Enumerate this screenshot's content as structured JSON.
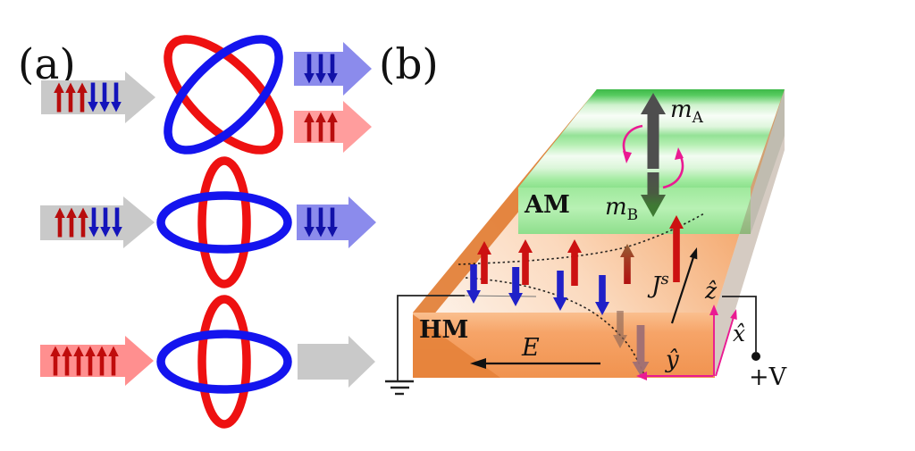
{
  "figure": {
    "panel_a": {
      "label": "(a)"
    },
    "panel_b": {
      "label": "(b)",
      "am_label": "AM",
      "hm_label": "HM",
      "moment_symbol": "m",
      "moment_sub_a": "A",
      "moment_sub_b": "B",
      "spin_current_symbol": "J",
      "spin_current_sup": "s",
      "field_label": "E",
      "axis_z": "ẑ",
      "axis_x": "x̂",
      "axis_y": "ŷ",
      "voltage_label": "+V"
    }
  },
  "colors": {
    "spinred": "#b80d0d",
    "spinblue": "#1414bb",
    "ellipsered": "#ee1111",
    "ellipseblue": "#1414ee",
    "grayarrow": "#c9c9c9",
    "blueout": "#8b8bec",
    "pinkout": "#ff9d9d",
    "pinkin": "#ff8f8f",
    "bred": "#cc1111",
    "bblue": "#2020c8",
    "mauve": "#9e6f74",
    "magenta": "#ea1a92",
    "mgray": "#4e4e4e",
    "mgreen": "#3e7a33",
    "wire": "#222222"
  }
}
